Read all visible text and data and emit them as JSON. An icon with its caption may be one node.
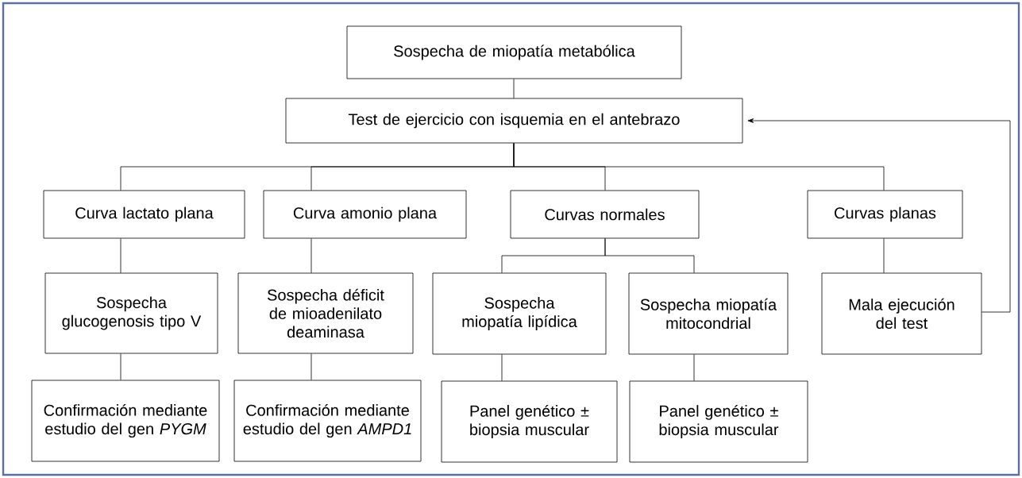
{
  "diagram": {
    "nodes": [
      {
        "text": [
          "Sospecha de miopatía metabólica"
        ]
      },
      {
        "text": [
          "Test de ejercicio con isquemia en el antebrazo"
        ]
      },
      {
        "text": [
          "Curva lactato plana"
        ]
      },
      {
        "text": [
          "Curva amonio plana"
        ]
      },
      {
        "text": [
          "Curvas normales"
        ]
      },
      {
        "text": [
          "Curvas planas"
        ]
      },
      {
        "text": [
          "Sospecha glucogenosis tipo V"
        ]
      },
      {
        "text": [
          "Sospecha déficit de mioadenilato deaminasa"
        ]
      },
      {
        "text": [
          "Sospecha miopatía lipídica"
        ]
      },
      {
        "text": [
          "Sospecha miopatía mitocondrial"
        ]
      },
      {
        "text": [
          "Mala ejecución del test"
        ]
      },
      {
        "text": [
          "Confirmación mediante estudio del gen *PYGM*"
        ]
      },
      {
        "text": [
          "Confirmación mediante estudio del gen *AMPD1*"
        ]
      },
      {
        "text": [
          "Panel genético ± biopsia muscular"
        ]
      },
      {
        "text": [
          "Panel genético ± biopsia muscular"
        ]
      }
    ],
    "edges": [
      {
        "from": 0,
        "to": 1,
        "arrow": "none"
      },
      {
        "from": 1,
        "to": 2,
        "arrow": "none"
      },
      {
        "from": 1,
        "to": 3,
        "arrow": "none"
      },
      {
        "from": 1,
        "to": 4,
        "arrow": "none"
      },
      {
        "from": 1,
        "to": 5,
        "arrow": "none"
      },
      {
        "from": 2,
        "to": 6,
        "arrow": "none"
      },
      {
        "from": 3,
        "to": 7,
        "arrow": "none"
      },
      {
        "from": 4,
        "to": 8,
        "arrow": "none"
      },
      {
        "from": 4,
        "to": 9,
        "arrow": "none"
      },
      {
        "from": 5,
        "to": 10,
        "arrow": "none"
      },
      {
        "from": 6,
        "to": 11,
        "arrow": "none"
      },
      {
        "from": 7,
        "to": 12,
        "arrow": "none"
      },
      {
        "from": 8,
        "to": 13,
        "arrow": "none"
      },
      {
        "from": 9,
        "to": 14,
        "arrow": "none"
      },
      {
        "from": 10,
        "to": 1,
        "arrow": "to"
      }
    ]
  }
}
